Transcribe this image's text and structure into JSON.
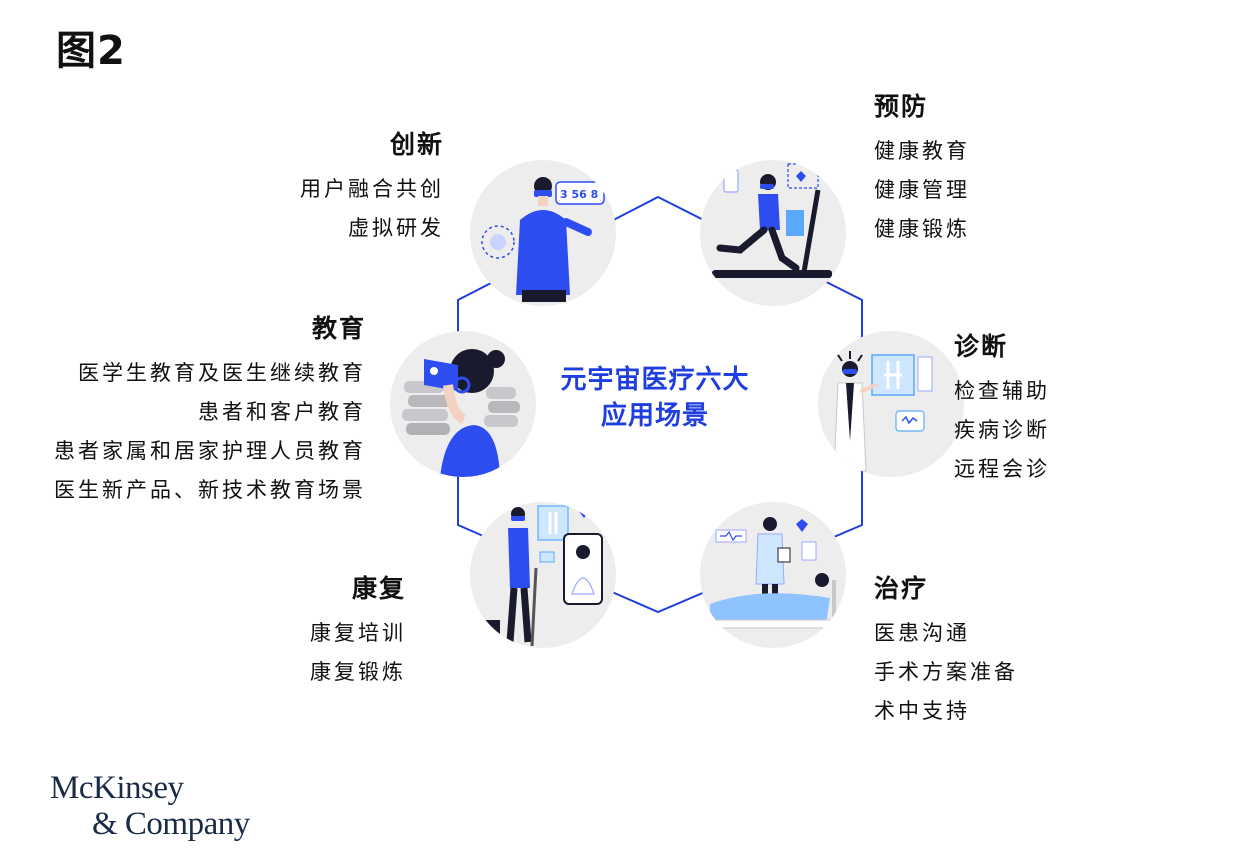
{
  "figure_label": "图2",
  "center_title_line1": "元宇宙医疗六大",
  "center_title_line2": "应用场景",
  "colors": {
    "accent": "#1f3ee0",
    "illustration_blue": "#2e4df0",
    "circle_bg": "#ededed"
  },
  "scenarios": {
    "innovation": {
      "title": "创新",
      "items": [
        "用户融合共创",
        "虚拟研发"
      ],
      "icon": "vr-researcher-icon"
    },
    "prevention": {
      "title": "预防",
      "items": [
        "健康教育",
        "健康管理",
        "健康锻炼"
      ],
      "icon": "treadmill-runner-icon"
    },
    "education": {
      "title": "教育",
      "items": [
        "医学生教育及医生继续教育",
        "患者和客户教育",
        "患者家属和居家护理人员教育",
        "医生新产品、新技术教育场景"
      ],
      "icon": "vr-student-books-icon"
    },
    "diagnosis": {
      "title": "诊断",
      "items": [
        "检查辅助",
        "疾病诊断",
        "远程会诊"
      ],
      "icon": "doctor-xray-icon"
    },
    "rehabilitation": {
      "title": "康复",
      "items": [
        "康复培训",
        "康复锻炼"
      ],
      "icon": "crutch-patient-icon"
    },
    "treatment": {
      "title": "治疗",
      "items": [
        "医患沟通",
        "手术方案准备",
        "术中支持"
      ],
      "icon": "hospital-bed-icon"
    }
  },
  "brand": {
    "line1": "McKinsey",
    "line2": "& Company"
  }
}
